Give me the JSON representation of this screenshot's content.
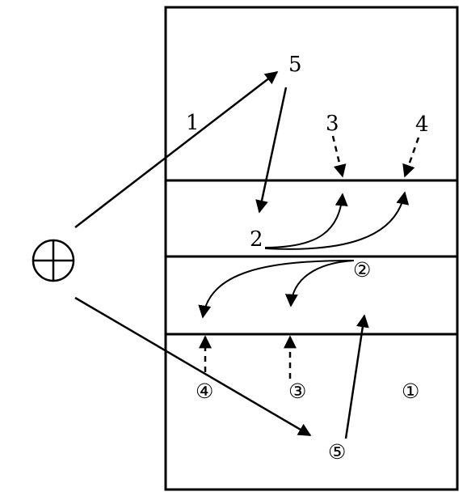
{
  "labels": {
    "top_5": "5",
    "top_1": "1",
    "top_3": "3",
    "top_4": "4",
    "mid_2": "2",
    "c2": "②",
    "c4": "④",
    "c3": "③",
    "c1": "①",
    "c5": "⑤"
  },
  "icons": {
    "coach": "crosshair-circle-icon"
  },
  "colors": {
    "ink": "#000000",
    "background": "#ffffff"
  }
}
